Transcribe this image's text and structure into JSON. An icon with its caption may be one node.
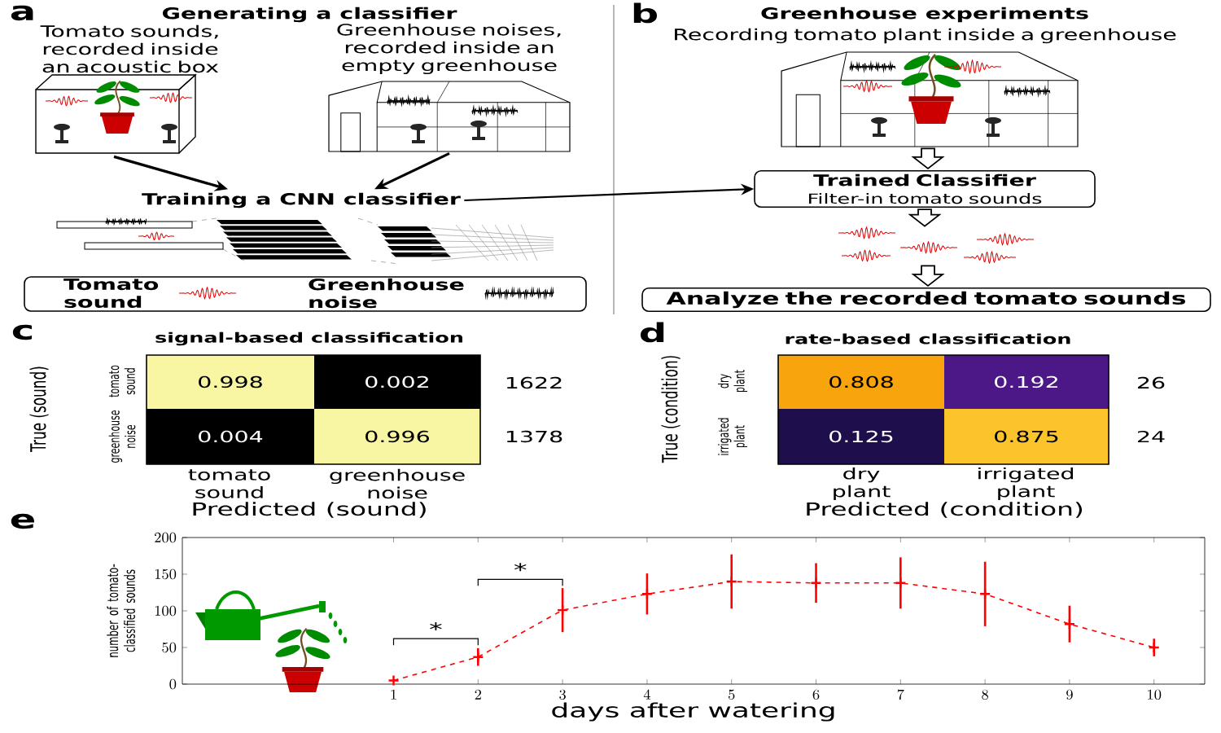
{
  "diagram": {
    "nodes": [
      {
        "text": [],
        "shape": "picture",
        "beside": [
          "Tomato sounds, recorded inside an acoustic box"
        ]
      },
      {
        "text": [],
        "shape": "picture",
        "beside": [
          "Greenhouse noises, recorded inside an empty greenhouse"
        ]
      },
      {
        "text": [
          "Training a CNN classifier"
        ]
      },
      {
        "text": [],
        "shape": "picture",
        "beside": [
          "Recording tomato plant inside a greenhouse"
        ]
      },
      {
        "text": [
          "Trained Classifier",
          "Filter-in tomato sounds"
        ]
      },
      {
        "text": [],
        "shape": "picture"
      },
      {
        "text": [
          "Analyze the recorded tomato sounds"
        ]
      }
    ],
    "edges": [
      {
        "from": 0,
        "to": 2,
        "arrow": "to"
      },
      {
        "from": 1,
        "to": 2,
        "arrow": "to"
      },
      {
        "from": 2,
        "to": 4,
        "arrow": "to"
      },
      {
        "from": 3,
        "to": 4,
        "arrow": "to",
        "style": "thick"
      },
      {
        "from": 4,
        "to": 5,
        "arrow": "to",
        "style": "thick"
      },
      {
        "from": 5,
        "to": 6,
        "arrow": "to",
        "style": "thick"
      }
    ],
    "labels": [
      "a",
      "Generating a classifier",
      "b",
      "Greenhouse experiments",
      "c",
      "signal-based classification",
      "True (sound)",
      "tomato sound",
      "greenhouse noise",
      "0.998",
      "0.002",
      "1622",
      "0.004",
      "0.996",
      "1378",
      "tomato sound",
      "greenhouse noise",
      "Predicted (sound)",
      "d",
      "rate-based classification",
      "True (condition)",
      "dry plant",
      "irrigated plant",
      "0.808",
      "0.192",
      "26",
      "0.125",
      "0.875",
      "24",
      "dry plant",
      "irrigated plant",
      "Predicted (condition)",
      "e"
    ],
    "legend": [
      {
        "text": "Tomato sound"
      },
      {
        "text": "Greenhouse noise"
      }
    ],
    "chart_data": {
      "type": "line",
      "xlabel": "days after watering",
      "ylabel": "number of tomato-classified sounds",
      "x": [
        1,
        2,
        3,
        4,
        5,
        6,
        7,
        8,
        9,
        10
      ],
      "series": [
        {
          "color": "#ff0000",
          "line_style": "dashed",
          "marker": "+",
          "values": [
            5,
            37,
            101,
            123,
            140,
            138,
            138,
            123,
            82,
            50
          ],
          "errors": [
            null,
            12,
            30,
            28,
            37,
            27,
            35,
            44,
            25,
            12
          ]
        }
      ],
      "xlim": [
        -1.5,
        10.6
      ],
      "ylim": [
        0,
        200
      ],
      "xticks": [
        1,
        2,
        3,
        4,
        5,
        6,
        7,
        8,
        9,
        10
      ],
      "yticks": [
        0,
        50,
        100,
        150,
        200
      ],
      "annotations": [
        "*",
        "*"
      ]
    }
  }
}
